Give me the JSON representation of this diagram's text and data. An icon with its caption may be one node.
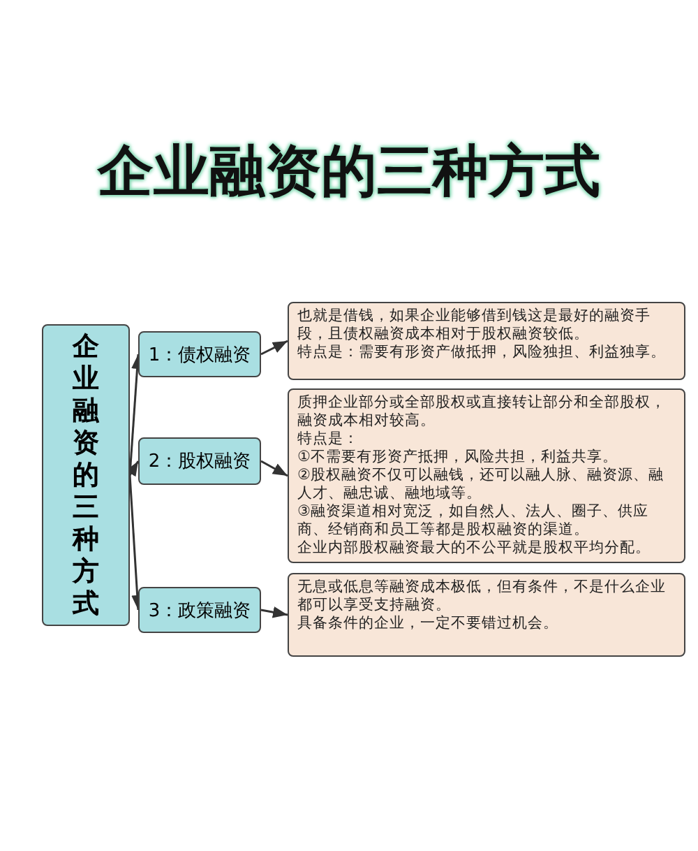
{
  "diagram": {
    "title": "企业融资的三种方式",
    "nodes": [
      {
        "text": [
          "企业融资的三种方式"
        ]
      },
      {
        "text": [
          "1：债权融资"
        ]
      },
      {
        "text": [
          "2：股权融资"
        ]
      },
      {
        "text": [
          "3：政策融资"
        ]
      },
      {
        "text": [
          "也就是借钱，如果企业能够借到钱这是最好的融资手段，且债权融资成本相对于股权融资较低。",
          "特点是：需要有形资产做抵押，风险独担、利益独享。"
        ]
      },
      {
        "text": [
          "质押企业部分或全部股权或直接转让部分和全部股权，融资成本相对较高。",
          "特点是：",
          "①不需要有形资产抵押，风险共担，利益共享。",
          "②股权融资不仅可以融钱，还可以融人脉、融资源、融人才、融忠诚、融地域等。",
          "③融资渠道相对宽泛，如自然人、法人、圈子、供应商、经销商和员工等都是股权融资的渠道。",
          "企业内部股权融资最大的不公平就是股权平均分配。"
        ]
      },
      {
        "text": [
          "无息或低息等融资成本极低，但有条件，不是什么企业都可以享受支持融资。",
          "具备条件的企业，一定不要错过机会。"
        ]
      }
    ],
    "edges": [
      {
        "from": 0,
        "to": 1,
        "arrow": "to"
      },
      {
        "from": 0,
        "to": 2,
        "arrow": "to"
      },
      {
        "from": 0,
        "to": 3,
        "arrow": "to"
      },
      {
        "from": 1,
        "to": 4,
        "arrow": "to"
      },
      {
        "from": 2,
        "to": 5,
        "arrow": "to"
      },
      {
        "from": 3,
        "to": 6,
        "arrow": "to"
      }
    ]
  }
}
